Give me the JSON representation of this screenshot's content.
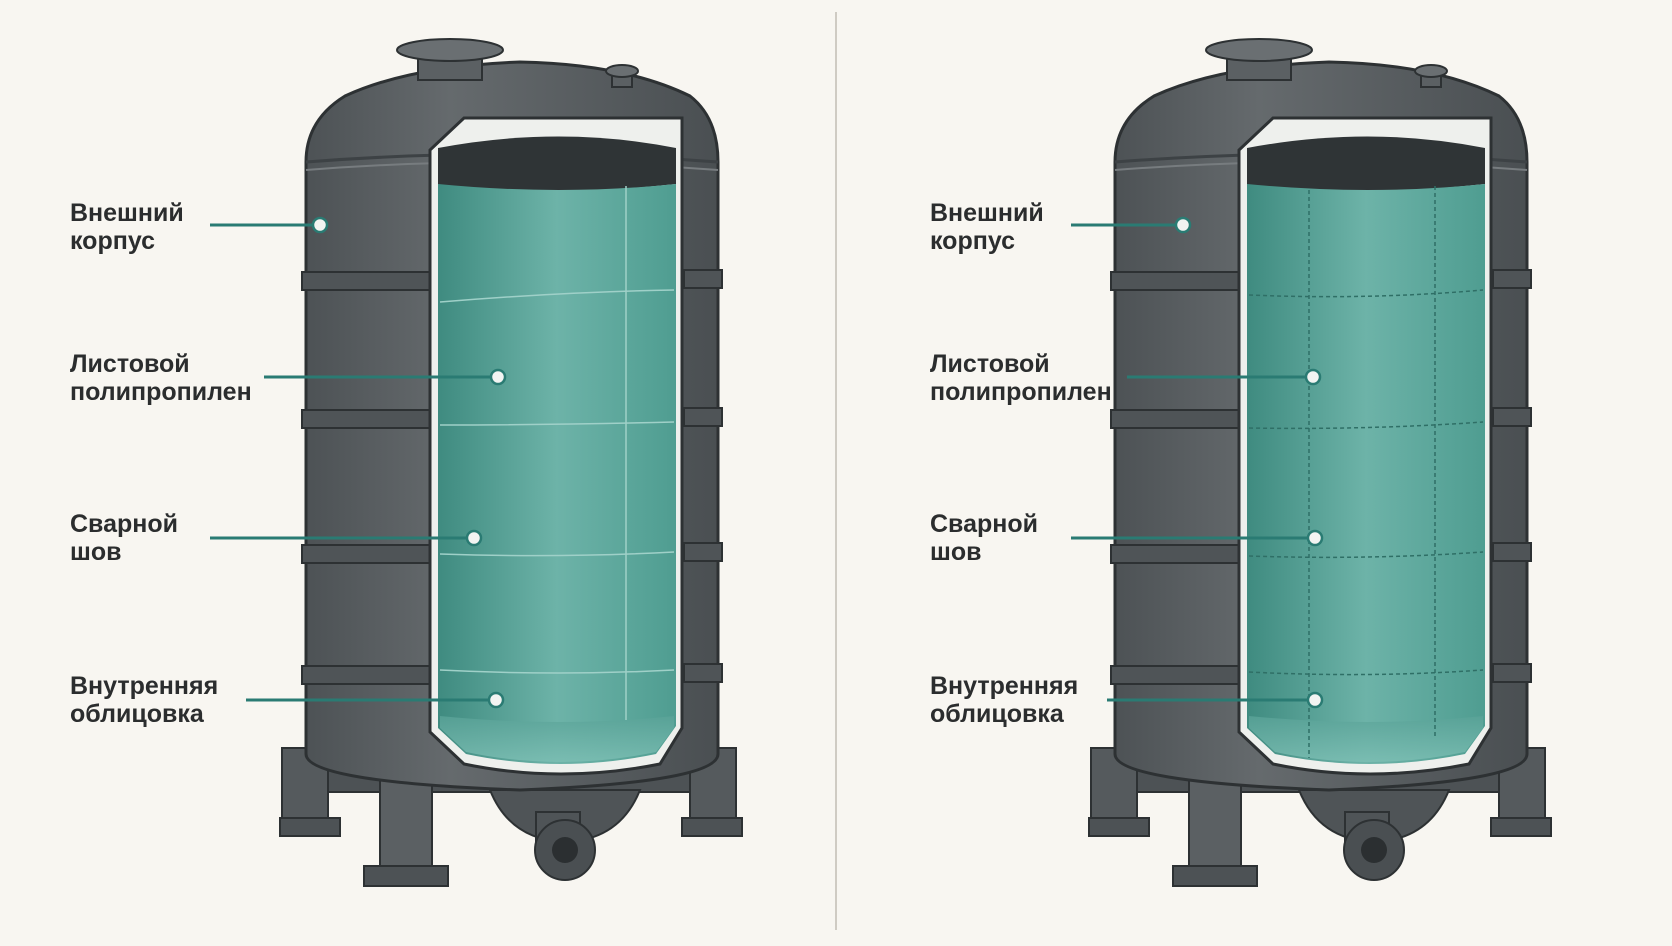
{
  "colors": {
    "background": "#f8f6f1",
    "shell": "#5b6063",
    "shell_dark": "#3f4447",
    "lining": "#5fa89e",
    "lining_dark": "#3d8579",
    "leader": "#2a7b73",
    "text": "#2b2d2e"
  },
  "panels": [
    {
      "id": "left",
      "labels": [
        {
          "key": "outer",
          "line1": "Внешний",
          "line2": "корпус"
        },
        {
          "key": "sheet",
          "line1": "Листовой",
          "line2": "полипропилен"
        },
        {
          "key": "weld",
          "line1": "Сварной",
          "line2": "шов"
        },
        {
          "key": "lining",
          "line1": "Внутренняя",
          "line2": "облицовка"
        }
      ]
    },
    {
      "id": "right",
      "labels": [
        {
          "key": "outer",
          "line1": "Внешний",
          "line2": "корпус"
        },
        {
          "key": "sheet",
          "line1": "Листовой",
          "line2": "полипропилен"
        },
        {
          "key": "weld",
          "line1": "Сварной",
          "line2": "шов"
        },
        {
          "key": "lining",
          "line1": "Внутренняя",
          "line2": "облицовка"
        }
      ]
    }
  ]
}
